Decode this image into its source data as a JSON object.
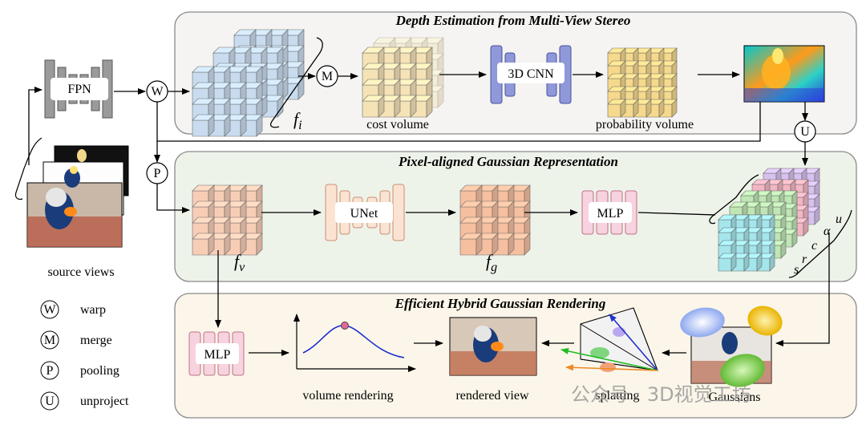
{
  "panels": {
    "depth": {
      "title": "Depth Estimation from Multi-View Stereo",
      "color": "#f5f4f2"
    },
    "gaussian": {
      "title": "Pixel-aligned Gaussian Representation",
      "color": "#eef3ea"
    },
    "rendering": {
      "title": "Efficient Hybrid Gaussian Rendering",
      "color": "#fbf6e9"
    }
  },
  "modules": {
    "fpn": "FPN",
    "cnn3d": "3D CNN",
    "unet": "UNet",
    "mlp_gauss": "MLP",
    "mlp_render": "MLP"
  },
  "operators": {
    "warp": "W",
    "merge": "M",
    "pooling": "P",
    "unproject": "U"
  },
  "labels": {
    "cost_volume": "cost volume",
    "probability_volume": "probability volume",
    "source_views": "source views",
    "volume_rendering": "volume rendering",
    "rendered_view": "rendered view",
    "splatting": "splatting",
    "gaussians": "Gaussians"
  },
  "math": {
    "f": "f",
    "i": "i",
    "v": "v",
    "g": "g",
    "attrs": [
      "s",
      "r",
      "c",
      "α",
      "u"
    ]
  },
  "legend": [
    {
      "symbol": "W",
      "text": "warp"
    },
    {
      "symbol": "M",
      "text": "merge"
    },
    {
      "symbol": "P",
      "text": "pooling"
    },
    {
      "symbol": "U",
      "text": "unproject"
    }
  ],
  "watermark": "公众号 · 3D视觉工坊",
  "colors": {
    "feature_cube": "#c9dcef",
    "cost_cube": "#f5e3b6",
    "prob_cube": "#f6d98c",
    "fv_cube": "#f8cdb6",
    "fg_cube": "#f6bfa0",
    "gauss_cyan": "#a4e6ec",
    "gauss_green": "#bfe6b4",
    "gauss_pink": "#f3b6c3",
    "gauss_purple": "#d7c1ef",
    "cnn_blue": "#8f98d8",
    "unet_peach": "#fbe3d2",
    "mlp_pink": "#f6d3de"
  }
}
